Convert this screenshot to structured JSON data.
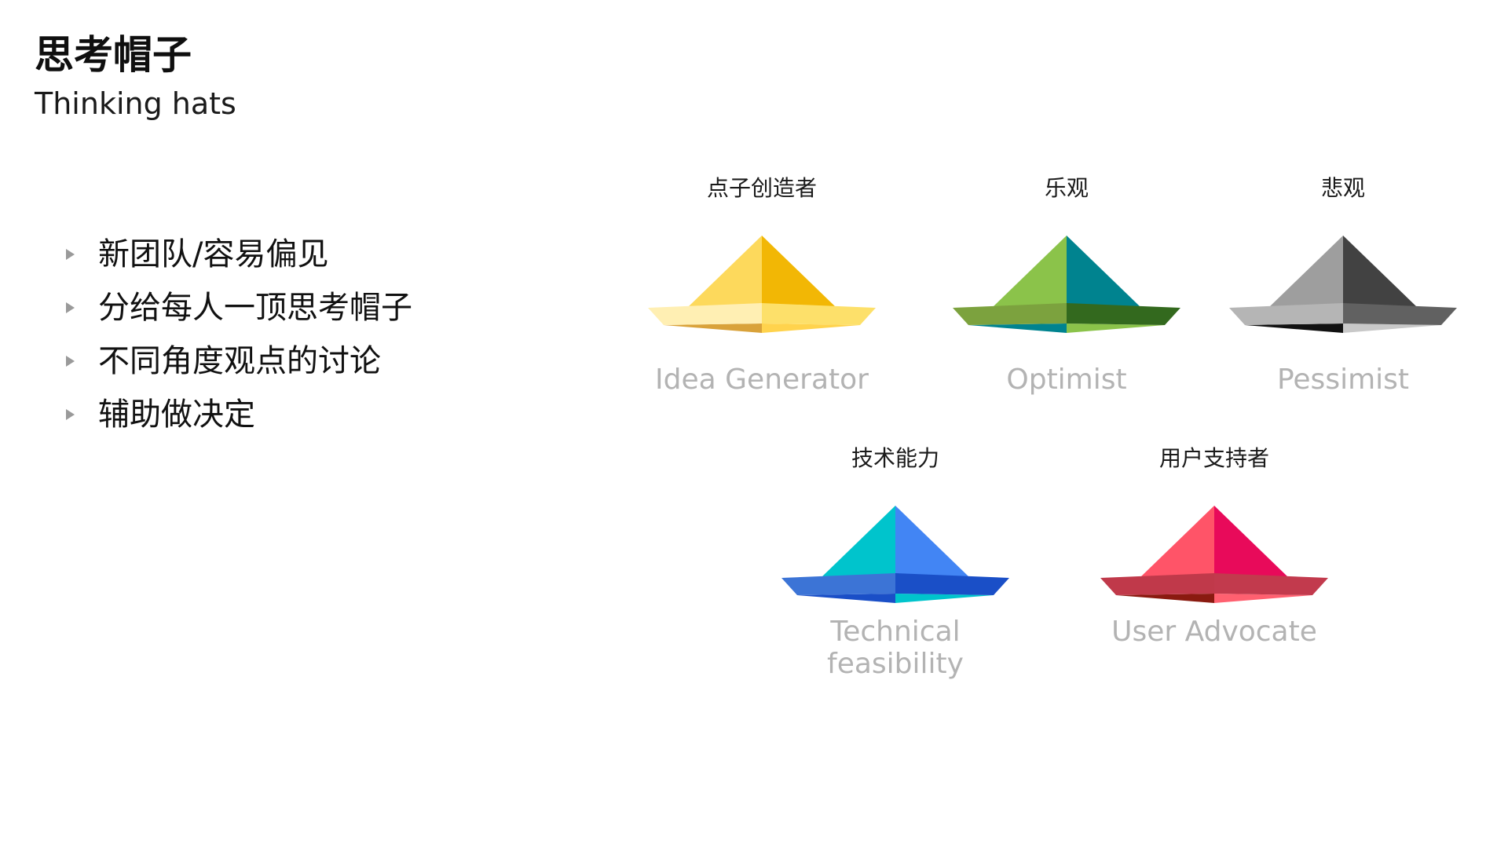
{
  "slide": {
    "title": "思考帽子",
    "subtitle": "Thinking hats"
  },
  "bullets": [
    "新团队/容易偏见",
    "分给每人一顶思考帽子",
    "不同角度观点的讨论",
    "辅助做决定"
  ],
  "hats": [
    {
      "cn": "点子创造者",
      "en": "Idea Generator",
      "icon": "yellow-hat-icon",
      "colors": {
        "crown_left": "#FDD95C",
        "crown_right": "#F2B705",
        "brim_left": "#FFEFB3",
        "brim_right": "#FDE06A",
        "under_left": "#D9A23A",
        "under_right": "#FFD34D"
      }
    },
    {
      "cn": "乐观",
      "en": "Optimist",
      "icon": "green-hat-icon",
      "colors": {
        "crown_left": "#8BC34A",
        "crown_right": "#00838F",
        "brim_left": "#7CA23E",
        "brim_right": "#33691E",
        "under_left": "#00838F",
        "under_right": "#8BC34A"
      }
    },
    {
      "cn": "悲观",
      "en": "Pessimist",
      "icon": "black-hat-icon",
      "colors": {
        "crown_left": "#9E9E9E",
        "crown_right": "#424242",
        "brim_left": "#B5B5B5",
        "brim_right": "#616161",
        "under_left": "#111111",
        "under_right": "#C8C8C8"
      }
    },
    {
      "cn": "技术能力",
      "en": "Technical feasibility",
      "icon": "blue-hat-icon",
      "colors": {
        "crown_left": "#00C4CC",
        "crown_right": "#4285F4",
        "brim_left": "#3C74D6",
        "brim_right": "#1A4FC7",
        "under_left": "#1A4FC7",
        "under_right": "#00C4CC"
      }
    },
    {
      "cn": "用户支持者",
      "en": "User Advocate",
      "icon": "red-hat-icon",
      "colors": {
        "crown_left": "#FF5468",
        "crown_right": "#E80A5A",
        "brim_left": "#C0394A",
        "brim_right": "#C23A4D",
        "under_left": "#8A1A10",
        "under_right": "#FF6070"
      }
    }
  ]
}
